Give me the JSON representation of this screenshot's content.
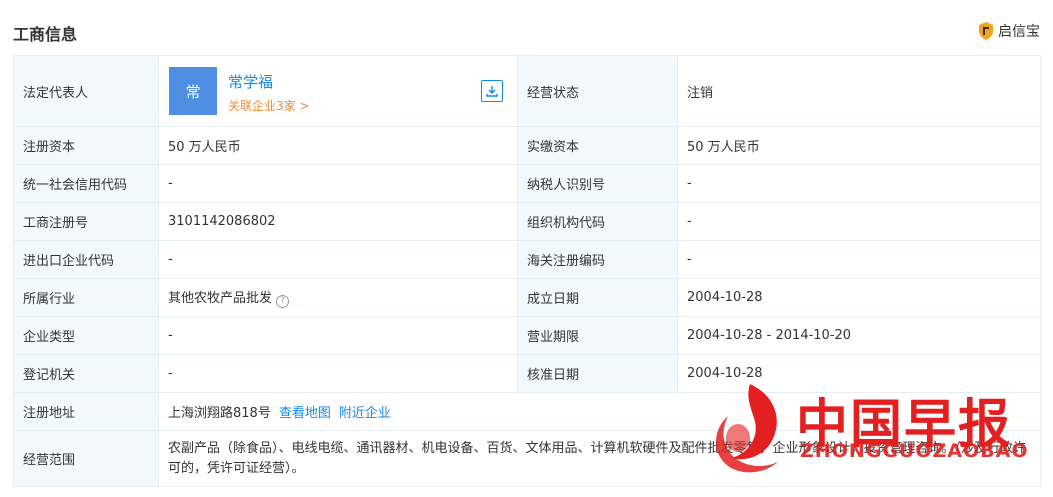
{
  "header": {
    "title": "工商信息",
    "brand": "启信宝"
  },
  "legal_rep": {
    "label": "法定代表人",
    "avatar_char": "常",
    "name": "常学福",
    "related": "关联企业3家 >"
  },
  "rows": {
    "status": {
      "label": "经营状态",
      "value": "注销"
    },
    "reg_capital": {
      "label": "注册资本",
      "value": "50 万人民币"
    },
    "paid_capital": {
      "label": "实缴资本",
      "value": "50 万人民币"
    },
    "credit_code": {
      "label": "统一社会信用代码",
      "value": "-"
    },
    "taxpayer_id": {
      "label": "纳税人识别号",
      "value": "-"
    },
    "reg_number": {
      "label": "工商注册号",
      "value": "3101142086802"
    },
    "org_code": {
      "label": "组织机构代码",
      "value": "-"
    },
    "import_export": {
      "label": "进出口企业代码",
      "value": "-"
    },
    "customs_code": {
      "label": "海关注册编码",
      "value": "-"
    },
    "industry": {
      "label": "所属行业",
      "value": "其他农牧产品批发"
    },
    "founded": {
      "label": "成立日期",
      "value": "2004-10-28"
    },
    "company_type": {
      "label": "企业类型",
      "value": "-"
    },
    "term": {
      "label": "营业期限",
      "value": "2004-10-28 - 2014-10-20"
    },
    "authority": {
      "label": "登记机关",
      "value": "-"
    },
    "approved": {
      "label": "核准日期",
      "value": "2004-10-28"
    },
    "address": {
      "label": "注册地址",
      "value": "上海浏翔路818号",
      "map_link": "查看地图",
      "nearby_link": "附近企业"
    },
    "scope": {
      "label": "经营范围",
      "value": "农副产品（除食品）、电线电缆、通讯器材、机电设备、百货、文体用品、计算机软硬件及配件批发零售，企业形象设计，投资管理咨询。（涉及行政许可的，凭许可证经营）。"
    }
  },
  "watermark": {
    "zh": "中国早报",
    "en": "ZHONGGUOZAOBAO"
  },
  "colors": {
    "link": "#128bed",
    "related": "#f08a35",
    "avatar": "#4e8ee3",
    "label_bg": "#f2f9fc",
    "border": "#e4eef6",
    "watermark": "#e41f1f"
  }
}
